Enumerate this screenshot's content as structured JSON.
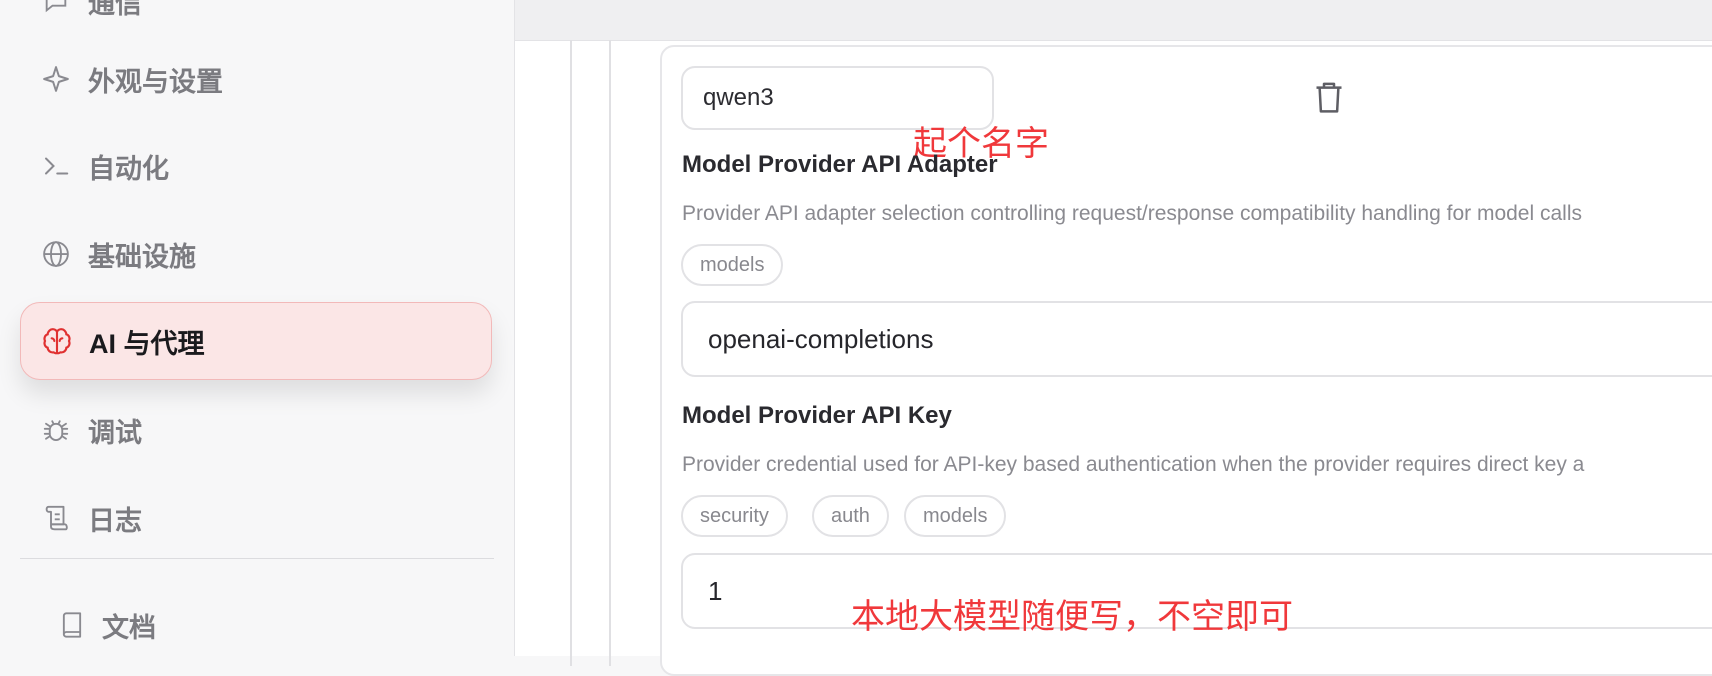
{
  "sidebar": {
    "items": [
      {
        "label": "通信",
        "icon": "chat-icon"
      },
      {
        "label": "外观与设置",
        "icon": "sparkle-icon"
      },
      {
        "label": "自动化",
        "icon": "terminal-icon"
      },
      {
        "label": "基础设施",
        "icon": "globe-icon"
      },
      {
        "label": "AI 与代理",
        "icon": "brain-icon",
        "active": true
      },
      {
        "label": "调试",
        "icon": "bug-icon"
      },
      {
        "label": "日志",
        "icon": "scroll-icon"
      }
    ],
    "docs": {
      "label": "文档",
      "icon": "book-icon"
    }
  },
  "model": {
    "name_value": "qwen3",
    "name_annotation": "起个名字",
    "adapter": {
      "title": "Model Provider API Adapter",
      "description": "Provider API adapter selection controlling request/response compatibility handling for model calls",
      "tags": [
        "models"
      ],
      "value": "openai-completions"
    },
    "api_key": {
      "title": "Model Provider API Key",
      "description": "Provider credential used for API-key based authentication when the provider requires direct key a",
      "tags": [
        "security",
        "auth",
        "models"
      ],
      "value": "1",
      "annotation": "本地大模型随便写，不空即可"
    }
  },
  "colors": {
    "accent": "#e03131",
    "annotation": "#f0383b",
    "active_bg": "#fbe6e6"
  }
}
